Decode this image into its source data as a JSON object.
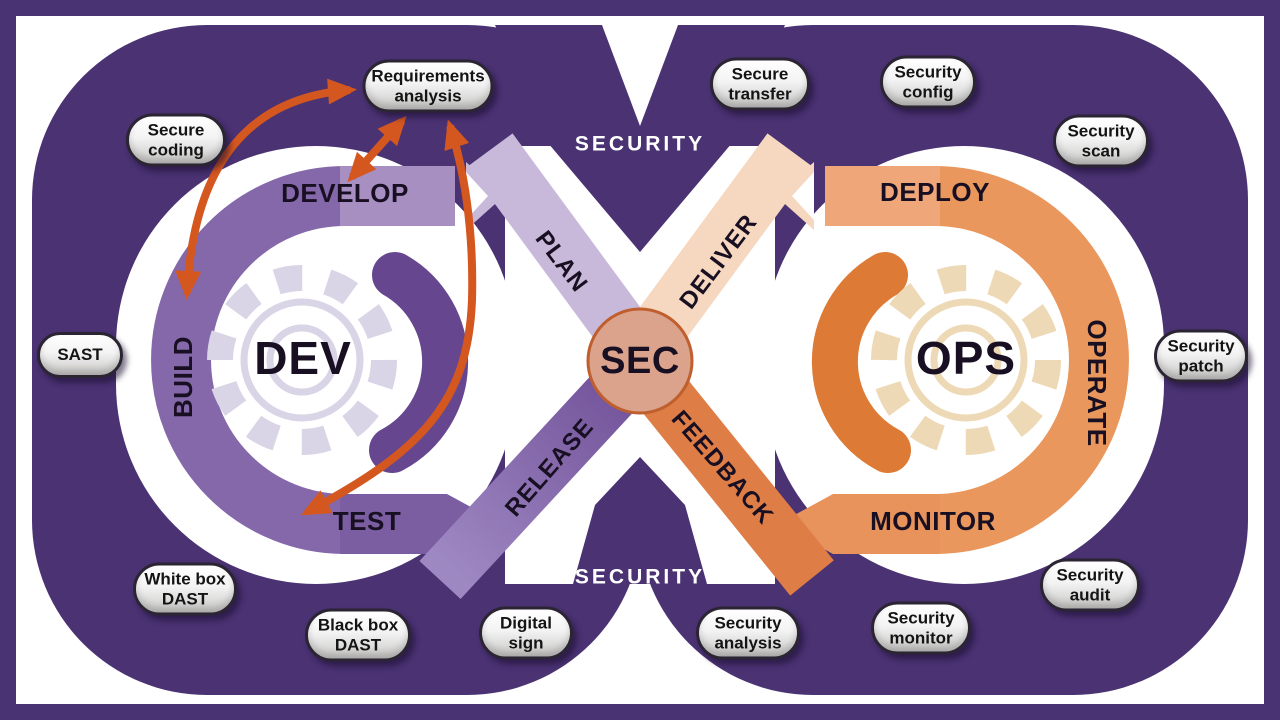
{
  "security_band_top": "SECURITY",
  "security_band_bottom": "SECURITY",
  "center_badge": "SEC",
  "dev_loop": {
    "core_label": "DEV",
    "stages": {
      "top": "DEVELOP",
      "side": "BUILD",
      "bottom": "TEST"
    }
  },
  "ops_loop": {
    "core_label": "OPS",
    "stages": {
      "top": "DEPLOY",
      "side": "OPERATE",
      "bottom": "MONITOR"
    }
  },
  "cross_bands": {
    "plan": "PLAN",
    "deliver": "DELIVER",
    "release": "RELEASE",
    "feedback": "FEEDBACK"
  },
  "pills": [
    {
      "id": "requirements-analysis",
      "label": "Requirements analysis"
    },
    {
      "id": "secure-coding",
      "label": "Secure coding"
    },
    {
      "id": "secure-transfer",
      "label": "Secure transfer"
    },
    {
      "id": "security-config",
      "label": "Security config"
    },
    {
      "id": "security-scan",
      "label": "Security scan"
    },
    {
      "id": "sast",
      "label": "SAST"
    },
    {
      "id": "security-patch",
      "label": "Security patch"
    },
    {
      "id": "white-box-dast",
      "label": "White box DAST"
    },
    {
      "id": "black-box-dast",
      "label": "Black box DAST"
    },
    {
      "id": "digital-sign",
      "label": "Digital sign"
    },
    {
      "id": "security-analysis",
      "label": "Security analysis"
    },
    {
      "id": "security-monitor",
      "label": "Security monitor"
    },
    {
      "id": "security-audit",
      "label": "Security audit"
    }
  ],
  "arrows": [
    {
      "between": [
        "Requirements analysis",
        "BUILD"
      ],
      "type": "double-headed"
    },
    {
      "between": [
        "Requirements analysis",
        "DEVELOP"
      ],
      "type": "double-headed"
    },
    {
      "between": [
        "Requirements analysis",
        "TEST"
      ],
      "type": "double-headed"
    }
  ],
  "colors": {
    "background_purple": "#4a3273",
    "frame_purple": "#4a3372",
    "develop_band": "#a78fc2",
    "build_band": "#8468aa",
    "test_band": "#7b5da1",
    "dev_inner_arc": "#66478f",
    "plan_band": "#c8b9da",
    "deliver_band": "#f6d7bf",
    "release_band_dark": "#6f4e97",
    "release_band_light": "#9e88c2",
    "feedback_band": "#de7d46",
    "deploy_band": "#efa678",
    "operate_band": "#e9975c",
    "monitor_band": "#e7935b",
    "ops_inner_arc": "#dd7a35",
    "sec_circle_fill": "#dba28c",
    "sec_circle_stroke": "#bf5f2d",
    "dev_gear": "#d9d4e6",
    "ops_gear": "#eed9b6",
    "annotation_arrow": "#d4571f"
  }
}
